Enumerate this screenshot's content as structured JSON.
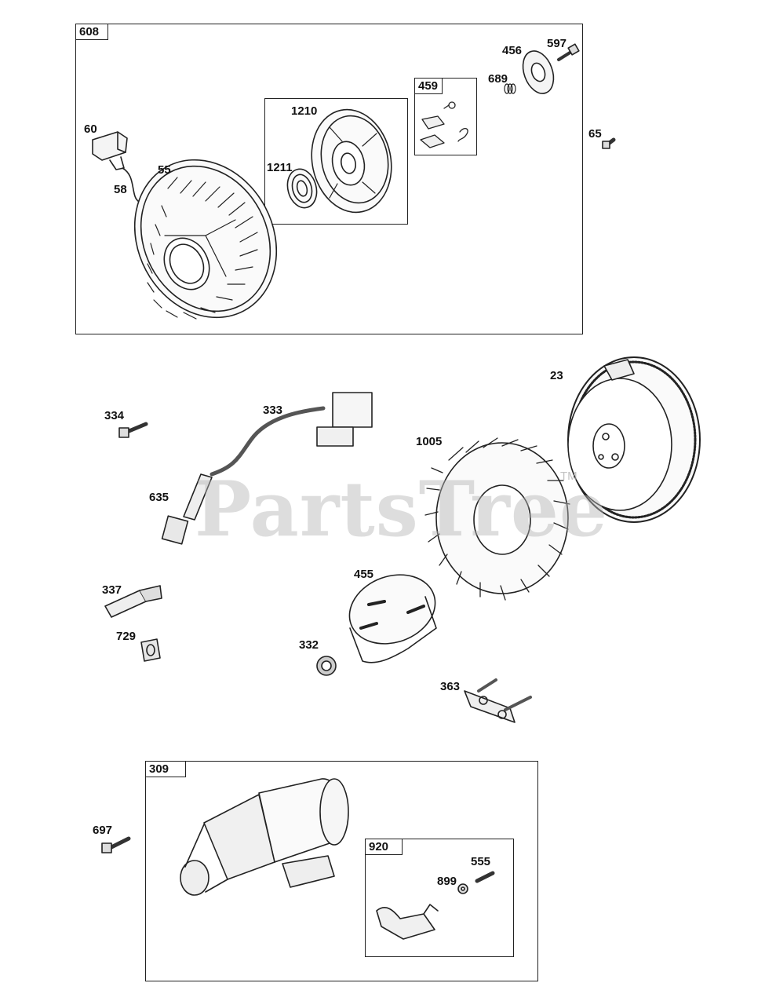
{
  "watermark": {
    "brand": "PartsTree",
    "trademark": "TM"
  },
  "assemblies": {
    "a608": "608",
    "a459": "459",
    "a309": "309",
    "a920": "920"
  },
  "callouts": {
    "c60": "60",
    "c55": "55",
    "c58": "58",
    "c1210": "1210",
    "c1211": "1211",
    "c456": "456",
    "c597": "597",
    "c689": "689",
    "c65": "65",
    "c23": "23",
    "c334": "334",
    "c333": "333",
    "c1005": "1005",
    "c635": "635",
    "c455": "455",
    "c337": "337",
    "c729": "729",
    "c332": "332",
    "c363": "363",
    "c697": "697",
    "c555": "555",
    "c899": "899"
  }
}
